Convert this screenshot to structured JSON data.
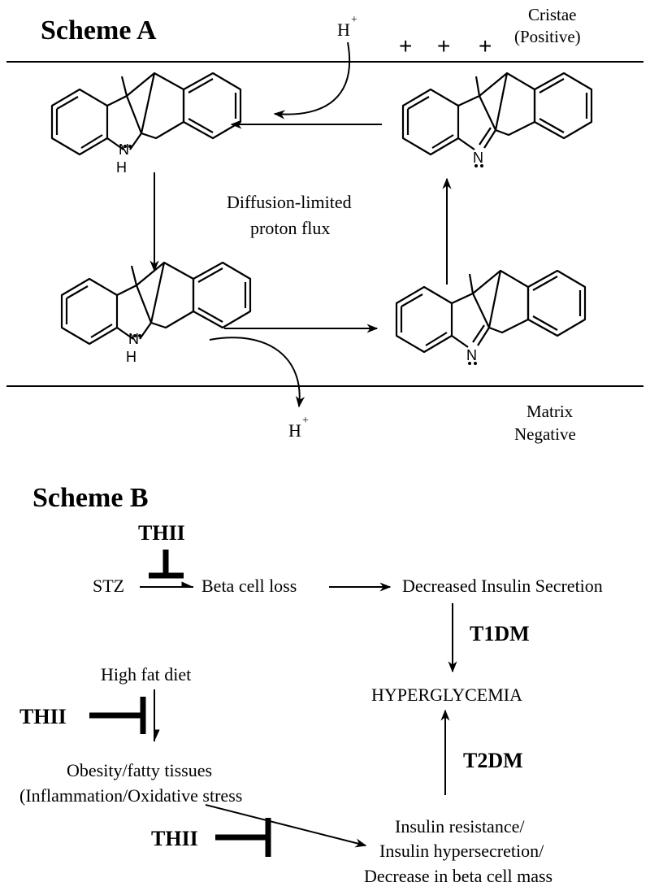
{
  "scheme_a": {
    "title": "Scheme A",
    "proton_label": "H",
    "proton_charge": "+",
    "cristae_line1": "Cristae",
    "cristae_line2": "(Positive)",
    "plus_sign": "+",
    "diffusion_line1": "Diffusion-limited",
    "diffusion_line2": "proton flux",
    "matrix_line1": "Matrix",
    "matrix_line2": "Negative",
    "nh_atom": "N",
    "h_atom": "H",
    "imine_atom": "N"
  },
  "scheme_b": {
    "title": "Scheme B",
    "inhibitor": "THII",
    "stz": "STZ",
    "beta_cell_loss": "Beta cell loss",
    "decreased_insulin": "Decreased Insulin Secretion",
    "t1dm": "T1DM",
    "hyperglycemia": "HYPERGLYCEMIA",
    "t2dm": "T2DM",
    "high_fat_diet": "High fat diet",
    "obesity_line1": "Obesity/fatty tissues",
    "obesity_line2": "(Inflammation/Oxidative stress",
    "resistance_line1": "Insulin resistance/",
    "resistance_line2": "Insulin hypersecretion/",
    "resistance_line3": "Decrease in beta cell mass"
  }
}
